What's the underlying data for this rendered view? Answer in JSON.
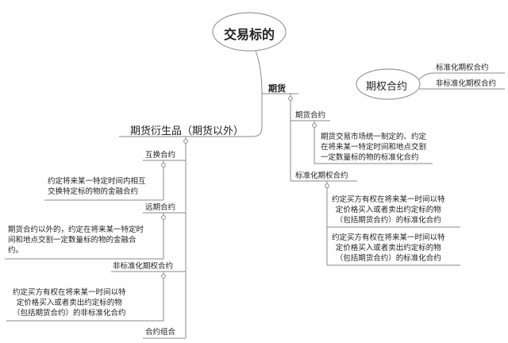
{
  "root": {
    "label": "交易标的"
  },
  "option_node": {
    "label": "期权合约",
    "children": [
      "标准化期权合约",
      "非标准化期权合约"
    ]
  },
  "futures": {
    "label": "期货",
    "futures_contract": {
      "label": "期货合约",
      "desc": [
        "期货交易市场统一制定的、约定",
        "在将来某一特定时间和地点交割",
        "一定数量标的物的标准化合约"
      ]
    },
    "std_option": {
      "label": "标准化期权合约",
      "desc1": [
        "约定买方有权在将来某一时间以特",
        "定价格买入或者卖出约定标的物",
        "（包括期货合约）的标准化合约"
      ],
      "desc2": [
        "约定买方有权在将来某一时间以特",
        "定价格买入或者卖出约定标的物",
        "（包括期货合约）的标准化合约"
      ]
    }
  },
  "derivatives": {
    "label": "期货衍生品（期货以外）",
    "swap": {
      "label": "互换合约",
      "desc": [
        "约定将来某一特定时间内相互",
        "交换特定标的物的金融合约"
      ]
    },
    "forward": {
      "label": "远期合约",
      "desc": [
        "期货合约以外的，约定在将来某一特定时",
        "间和地点交割一定数量标的物的金融合",
        "约。"
      ]
    },
    "nonstd_option": {
      "label": "非标准化期权合约",
      "desc": [
        "约定买方有权在将来某一时间以特",
        "定价格买入或者卖出约定标的物",
        "（包括期货合约）的非标准化合约"
      ]
    },
    "combo": {
      "label": "合约组合"
    }
  },
  "colors": {
    "line": "#8a8a8a",
    "oval_border": "#9a9a9a"
  }
}
